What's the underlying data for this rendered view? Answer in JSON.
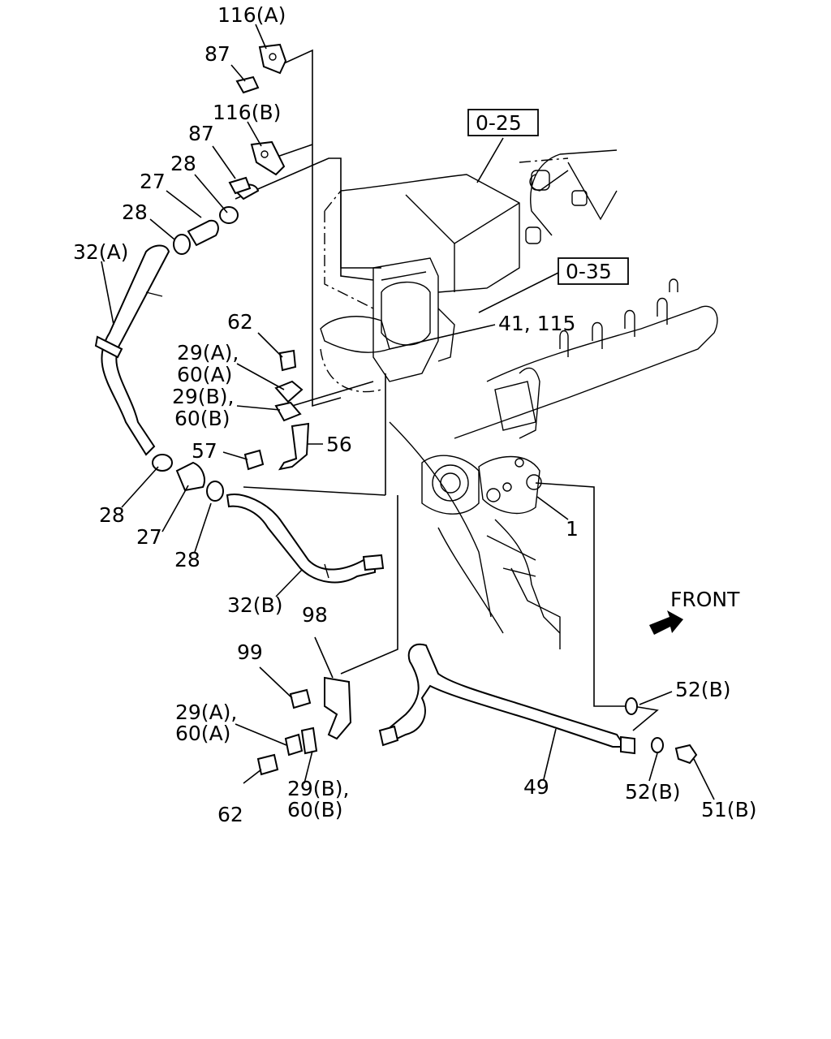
{
  "diagram": {
    "labels": {
      "p116a": "116(A)",
      "p87a": "87",
      "p116b": "116(B)",
      "p87b": "87",
      "p28a": "28",
      "p27a": "27",
      "p28b": "28",
      "p32a": "32(A)",
      "ref025": "0-25",
      "ref035": "0-35",
      "p41": "41, 115",
      "p62a": "62",
      "p29a1": "29(A),",
      "p60a1": "60(A)",
      "p29b1": "29(B),",
      "p60b1": "60(B)",
      "p57": "57",
      "p56": "56",
      "p28c": "28",
      "p27b": "27",
      "p28d": "28",
      "p1": "1",
      "p32b": "32(B)",
      "front": "FRONT",
      "p98": "98",
      "p99": "99",
      "p29a2": "29(A),",
      "p60a2": "60(A)",
      "p52b1": "52(B)",
      "p49": "49",
      "p52b2": "52(B)",
      "p51b": "51(B)",
      "p29b2": "29(B),",
      "p60b2": "60(B)",
      "p62b": "62"
    }
  }
}
